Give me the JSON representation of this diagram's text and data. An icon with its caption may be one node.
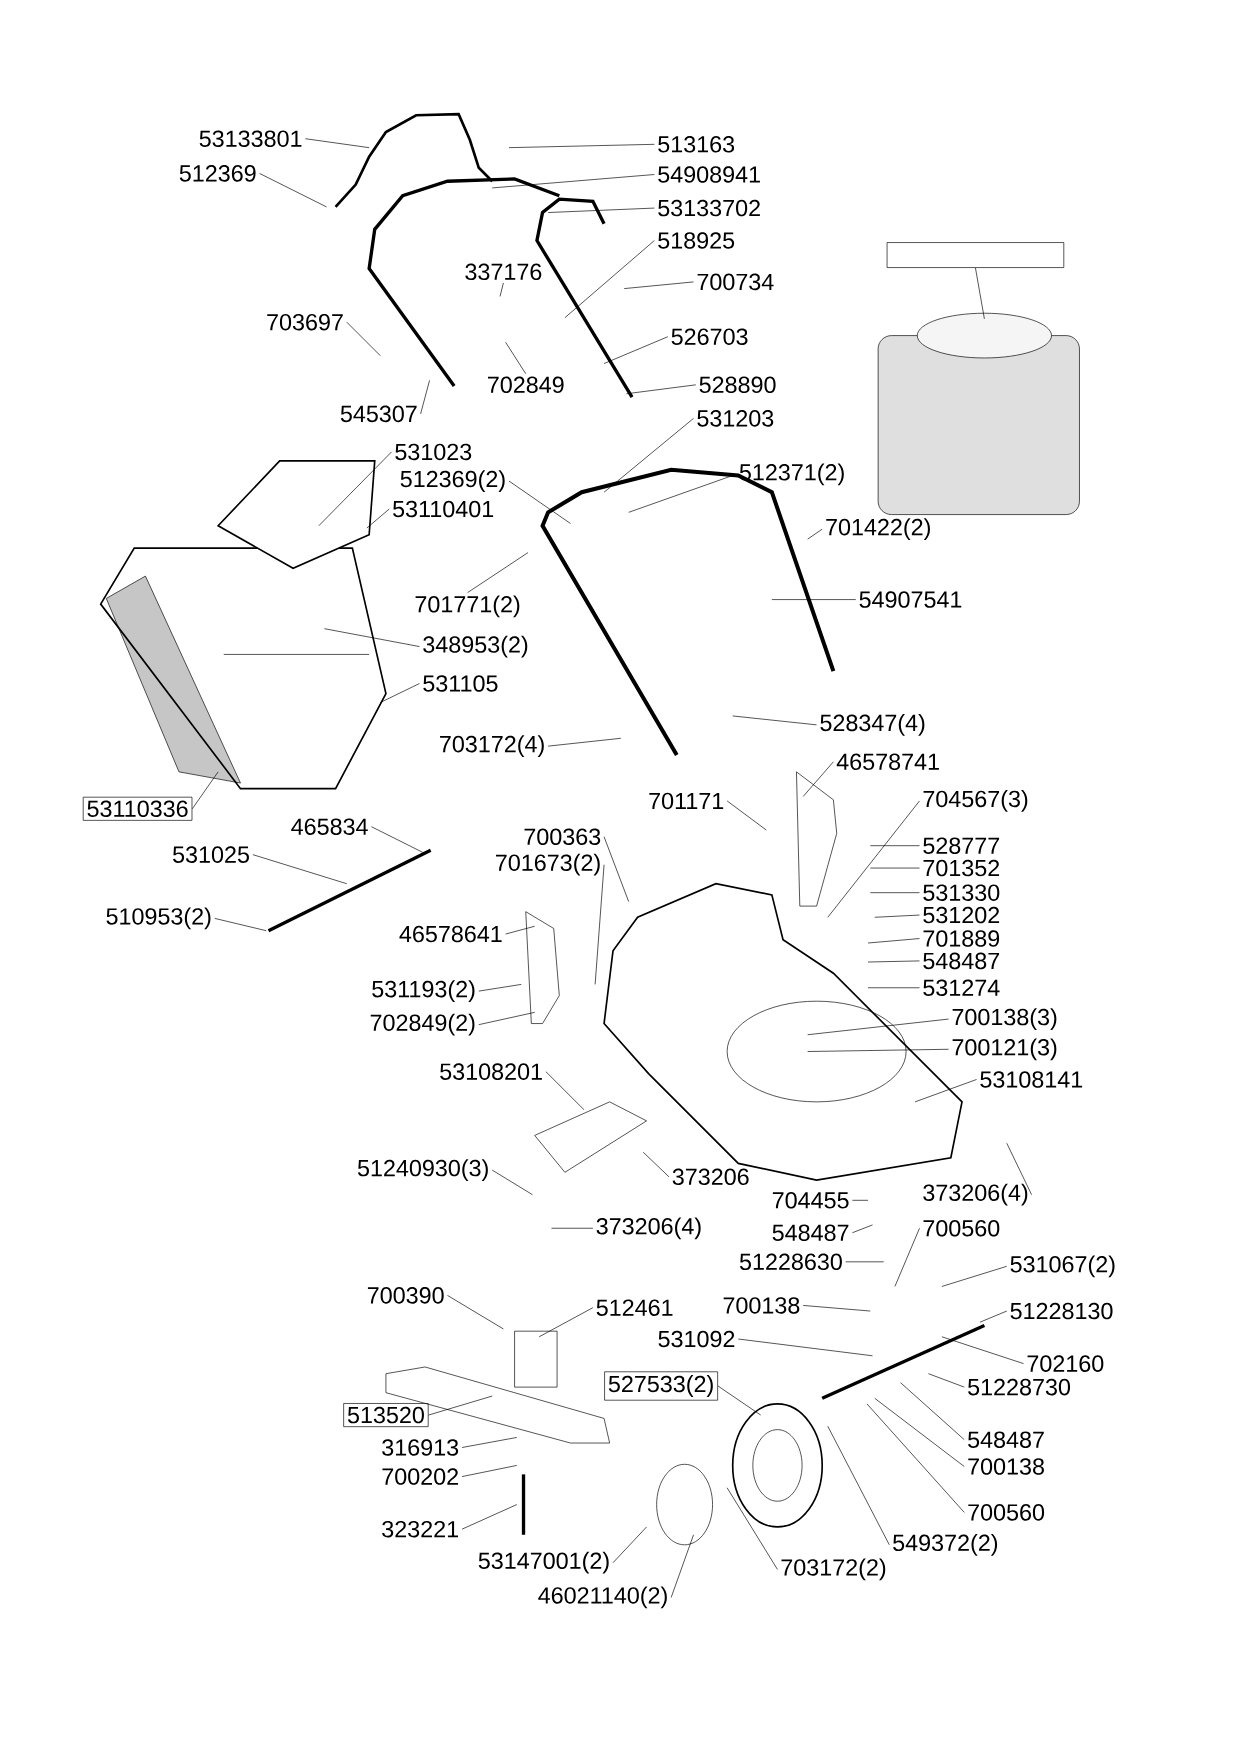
{
  "diagram": {
    "nodes": [
      {
        "text": [
          "53133801"
        ]
      },
      {
        "text": [
          "513163"
        ]
      },
      {
        "text": [
          "512369"
        ]
      },
      {
        "text": [
          "54908941"
        ]
      },
      {
        "text": [
          "53133702"
        ]
      },
      {
        "text": [
          "518925"
        ]
      },
      {
        "text": [],
        "shape": "box"
      },
      {
        "text": [
          "337176"
        ]
      },
      {
        "text": [
          "700734"
        ]
      },
      {
        "text": [
          "703697"
        ]
      },
      {
        "text": [
          "526703"
        ]
      },
      {
        "text": [
          "702849"
        ]
      },
      {
        "text": [
          "528890"
        ]
      },
      {
        "text": [
          "545307"
        ]
      },
      {
        "text": [
          "531203"
        ]
      },
      {
        "text": [
          "531023"
        ]
      },
      {
        "text": [
          "512371(2)"
        ]
      },
      {
        "text": [
          "512369(2)"
        ]
      },
      {
        "text": [
          "53110401"
        ]
      },
      {
        "text": [
          "701422(2)"
        ]
      },
      {
        "text": [
          "701771(2)"
        ]
      },
      {
        "text": [
          "54907541"
        ]
      },
      {
        "text": [
          "348953(2)"
        ]
      },
      {
        "text": [
          "531105"
        ]
      },
      {
        "text": [
          "528347(4)"
        ]
      },
      {
        "text": [
          "703172(4)"
        ]
      },
      {
        "text": [
          "53110336"
        ]
      },
      {
        "text": [
          "46578741"
        ]
      },
      {
        "text": [
          "701171"
        ]
      },
      {
        "text": [
          "704567(3)"
        ]
      },
      {
        "text": [
          "465834"
        ]
      },
      {
        "text": [
          "700363"
        ]
      },
      {
        "text": [
          "528777"
        ]
      },
      {
        "text": [
          "531025"
        ]
      },
      {
        "text": [
          "701673(2)"
        ]
      },
      {
        "text": [
          "701352"
        ]
      },
      {
        "text": [
          "531330"
        ]
      },
      {
        "text": [
          "531202"
        ]
      },
      {
        "text": [
          "510953(2)"
        ]
      },
      {
        "text": [
          "46578641"
        ]
      },
      {
        "text": [
          "701889"
        ]
      },
      {
        "text": [
          "548487"
        ]
      },
      {
        "text": [
          "531274"
        ]
      },
      {
        "text": [
          "531193(2)"
        ]
      },
      {
        "text": [
          "700138(3)"
        ]
      },
      {
        "text": [
          "702849(2)"
        ]
      },
      {
        "text": [
          "700121(3)"
        ]
      },
      {
        "text": [
          "53108201"
        ]
      },
      {
        "text": [
          "53108141"
        ]
      },
      {
        "text": [
          "51240930(3)"
        ]
      },
      {
        "text": [
          "373206"
        ]
      },
      {
        "text": [
          "373206(4)"
        ]
      },
      {
        "text": [
          "704455"
        ]
      },
      {
        "text": [
          "373206(4)"
        ]
      },
      {
        "text": [
          "700560"
        ]
      },
      {
        "text": [
          "548487"
        ]
      },
      {
        "text": [
          "51228630"
        ]
      },
      {
        "text": [
          "531067(2)"
        ]
      },
      {
        "text": [
          "700390"
        ]
      },
      {
        "text": [
          "512461"
        ]
      },
      {
        "text": [
          "700138"
        ]
      },
      {
        "text": [
          "51228130"
        ]
      },
      {
        "text": [
          "531092"
        ]
      },
      {
        "text": [
          "702160"
        ]
      },
      {
        "text": [
          "51228730"
        ]
      },
      {
        "text": [
          "527533(2)"
        ]
      },
      {
        "text": [
          "513520"
        ]
      },
      {
        "text": [
          "548487"
        ]
      },
      {
        "text": [
          "316913"
        ]
      },
      {
        "text": [
          "700138"
        ]
      },
      {
        "text": [
          "700202"
        ]
      },
      {
        "text": [
          "700560"
        ]
      },
      {
        "text": [
          "323221"
        ]
      },
      {
        "text": [
          "549372(2)"
        ]
      },
      {
        "text": [
          "53147001(2)"
        ]
      },
      {
        "text": [
          "703172(2)"
        ]
      },
      {
        "text": [
          "46021140(2)"
        ]
      }
    ],
    "edges": [
      {
        "from": 0,
        "to": null,
        "arrow": "none"
      },
      {
        "from": 1,
        "to": null,
        "arrow": "none"
      },
      {
        "from": 2,
        "to": null,
        "arrow": "none"
      },
      {
        "from": 3,
        "to": null,
        "arrow": "none"
      },
      {
        "from": 4,
        "to": null,
        "arrow": "none"
      },
      {
        "from": 5,
        "to": null,
        "arrow": "none"
      },
      {
        "from": 6,
        "to": null,
        "arrow": "none"
      },
      {
        "from": 7,
        "to": null,
        "arrow": "none"
      },
      {
        "from": 8,
        "to": null,
        "arrow": "none"
      },
      {
        "from": 9,
        "to": null,
        "arrow": "none"
      },
      {
        "from": 10,
        "to": null,
        "arrow": "none"
      },
      {
        "from": 11,
        "to": null,
        "arrow": "none"
      },
      {
        "from": 12,
        "to": null,
        "arrow": "none"
      },
      {
        "from": 13,
        "to": null,
        "arrow": "none"
      },
      {
        "from": 14,
        "to": null,
        "arrow": "none"
      },
      {
        "from": 15,
        "to": null,
        "arrow": "none"
      },
      {
        "from": 16,
        "to": null,
        "arrow": "none"
      },
      {
        "from": 17,
        "to": null,
        "arrow": "none"
      },
      {
        "from": 18,
        "to": null,
        "arrow": "none"
      },
      {
        "from": 19,
        "to": null,
        "arrow": "none"
      },
      {
        "from": 20,
        "to": null,
        "arrow": "none"
      },
      {
        "from": 21,
        "to": null,
        "arrow": "none"
      },
      {
        "from": 22,
        "to": null,
        "arrow": "none"
      },
      {
        "from": 23,
        "to": null,
        "arrow": "none"
      },
      {
        "from": 24,
        "to": null,
        "arrow": "none"
      },
      {
        "from": 25,
        "to": null,
        "arrow": "none"
      },
      {
        "from": 26,
        "to": null,
        "arrow": "none"
      },
      {
        "from": 27,
        "to": null,
        "arrow": "none"
      },
      {
        "from": 28,
        "to": null,
        "arrow": "none"
      },
      {
        "from": 29,
        "to": null,
        "arrow": "none"
      },
      {
        "from": 30,
        "to": null,
        "arrow": "none"
      },
      {
        "from": 31,
        "to": null,
        "arrow": "none"
      },
      {
        "from": 32,
        "to": null,
        "arrow": "none"
      },
      {
        "from": 33,
        "to": null,
        "arrow": "none"
      },
      {
        "from": 34,
        "to": null,
        "arrow": "none"
      },
      {
        "from": 35,
        "to": null,
        "arrow": "none"
      },
      {
        "from": 36,
        "to": null,
        "arrow": "none"
      },
      {
        "from": 37,
        "to": null,
        "arrow": "none"
      },
      {
        "from": 38,
        "to": null,
        "arrow": "none"
      },
      {
        "from": 39,
        "to": null,
        "arrow": "none"
      },
      {
        "from": 40,
        "to": null,
        "arrow": "none"
      },
      {
        "from": 41,
        "to": null,
        "arrow": "none"
      },
      {
        "from": 42,
        "to": null,
        "arrow": "none"
      },
      {
        "from": 43,
        "to": null,
        "arrow": "none"
      },
      {
        "from": 44,
        "to": null,
        "arrow": "none"
      },
      {
        "from": 45,
        "to": null,
        "arrow": "none"
      },
      {
        "from": 46,
        "to": null,
        "arrow": "none"
      },
      {
        "from": 47,
        "to": null,
        "arrow": "none"
      },
      {
        "from": 48,
        "to": null,
        "arrow": "none"
      },
      {
        "from": 49,
        "to": null,
        "arrow": "none"
      },
      {
        "from": 50,
        "to": null,
        "arrow": "none"
      },
      {
        "from": 51,
        "to": null,
        "arrow": "none"
      },
      {
        "from": 52,
        "to": null,
        "arrow": "none"
      },
      {
        "from": 53,
        "to": null,
        "arrow": "none"
      },
      {
        "from": 54,
        "to": null,
        "arrow": "none"
      },
      {
        "from": 55,
        "to": null,
        "arrow": "none"
      },
      {
        "from": 56,
        "to": null,
        "arrow": "none"
      },
      {
        "from": 57,
        "to": null,
        "arrow": "none"
      },
      {
        "from": 58,
        "to": null,
        "arrow": "none"
      },
      {
        "from": 59,
        "to": null,
        "arrow": "none"
      },
      {
        "from": 60,
        "to": null,
        "arrow": "none"
      },
      {
        "from": 61,
        "to": null,
        "arrow": "none"
      },
      {
        "from": 62,
        "to": null,
        "arrow": "none"
      },
      {
        "from": 63,
        "to": null,
        "arrow": "none"
      },
      {
        "from": 64,
        "to": null,
        "arrow": "none"
      },
      {
        "from": 65,
        "to": null,
        "arrow": "none"
      },
      {
        "from": 66,
        "to": null,
        "arrow": "none"
      },
      {
        "from": 67,
        "to": null,
        "arrow": "none"
      },
      {
        "from": 68,
        "to": null,
        "arrow": "none"
      },
      {
        "from": 69,
        "to": null,
        "arrow": "none"
      },
      {
        "from": 70,
        "to": null,
        "arrow": "none"
      },
      {
        "from": 71,
        "to": null,
        "arrow": "none"
      },
      {
        "from": 72,
        "to": null,
        "arrow": "none"
      },
      {
        "from": 73,
        "to": null,
        "arrow": "none"
      },
      {
        "from": 74,
        "to": null,
        "arrow": "none"
      },
      {
        "from": 75,
        "to": null,
        "arrow": "none"
      },
      {
        "from": 76,
        "to": null,
        "arrow": "none"
      }
    ]
  }
}
